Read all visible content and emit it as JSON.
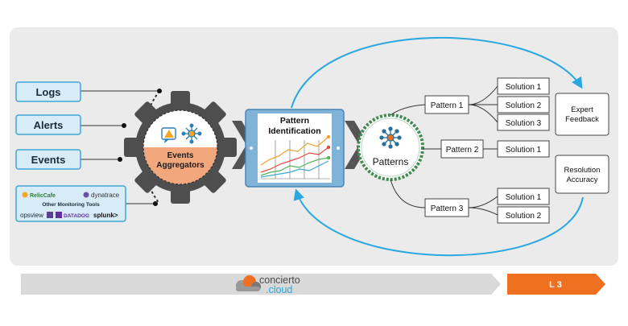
{
  "inputs": {
    "logs": "Logs",
    "alerts": "Alerts",
    "events": "Events",
    "tools": {
      "relic": "RelicCafe",
      "dynatrace": "dynatrace",
      "other": "Other Monitoring Tools",
      "opsview": "opsview",
      "datadog": "DATADOG",
      "splunk": "splunk>"
    }
  },
  "aggregator": {
    "line1": "Events",
    "line2": "Aggregators"
  },
  "pattern_id": {
    "line1": "Pattern",
    "line2": "Identification"
  },
  "patterns_label": "Patterns",
  "patterns": [
    {
      "label": "Pattern 1",
      "solutions": [
        "Solution 1",
        "Solution 2",
        "Solution 3"
      ]
    },
    {
      "label": "Pattern 2",
      "solutions": [
        "Solution 1"
      ]
    },
    {
      "label": "Pattern 3",
      "solutions": [
        "Solution 1",
        "Solution 2"
      ]
    }
  ],
  "feedback": {
    "expert_l1": "Expert",
    "expert_l2": "Feedback",
    "accuracy_l1": "Resolution",
    "accuracy_l2": "Accuracy"
  },
  "footer": {
    "brand_l1": "concierto",
    "brand_l2": ".cloud",
    "level": "L 3"
  },
  "colors": {
    "panel": "#ebebeb",
    "input_fill": "#d7ecf7",
    "input_stroke": "#3fa7d6",
    "accent_orange": "#f07022",
    "arrow_blue": "#29a8e0",
    "pattern_ring": "#3f8a4f"
  }
}
